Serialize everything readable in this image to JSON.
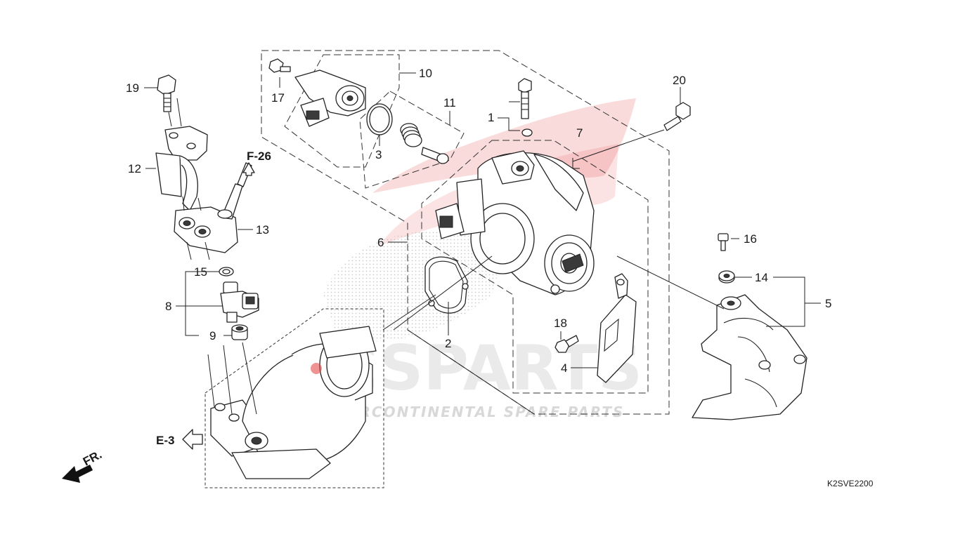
{
  "diagram": {
    "callouts": [
      "1",
      "2",
      "3",
      "4",
      "5",
      "6",
      "7",
      "8",
      "9",
      "10",
      "11",
      "12",
      "13",
      "14",
      "15",
      "16",
      "17",
      "18",
      "19",
      "20"
    ],
    "references": {
      "f26": "F-26",
      "e3": "E-3",
      "front": "FR."
    },
    "drawing_code": "K2SVE2200",
    "watermark": {
      "brand": "ICSPARTS",
      "tagline": "INTERCONTINENTAL SPARE PARTS"
    },
    "colors": {
      "watermark_red": "#e23a3a",
      "ink": "#222222"
    }
  }
}
